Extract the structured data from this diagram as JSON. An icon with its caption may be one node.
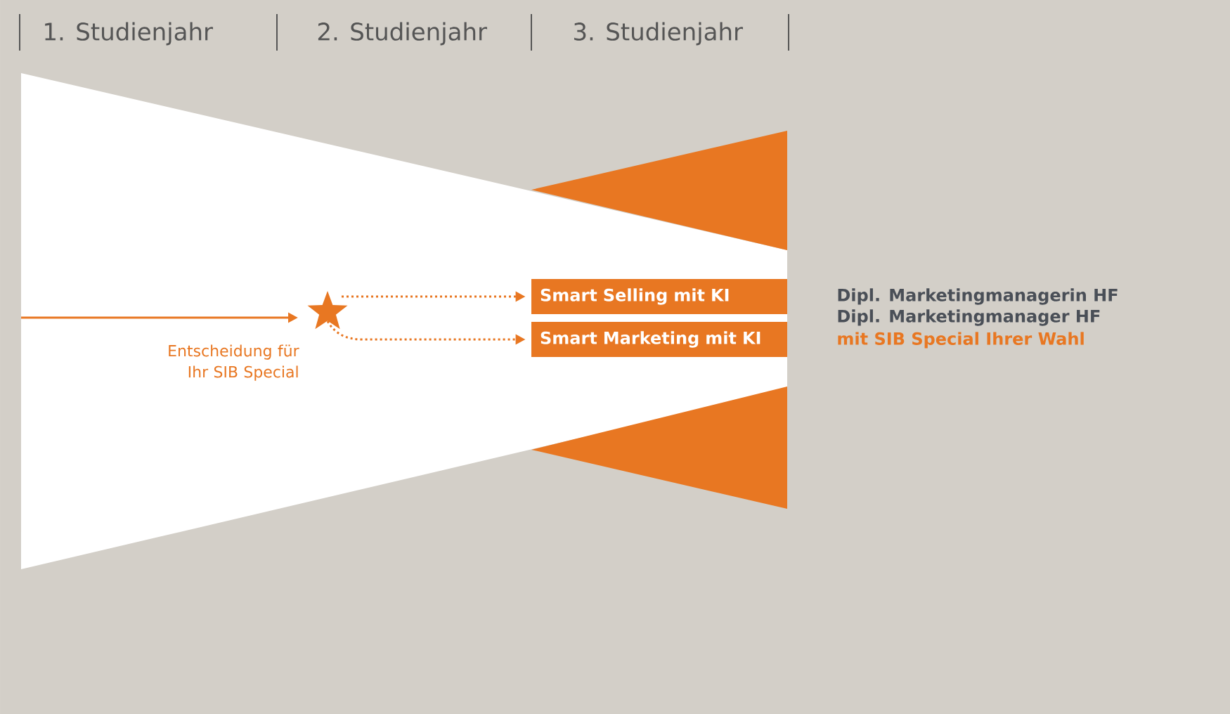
{
  "diagram": {
    "nodes": [
      {
        "text": [],
        "shape": "star",
        "beside": [
          "Entscheidung für Ihr SIB Special"
        ]
      },
      {
        "text": [
          "Smart Selling mit KI"
        ]
      },
      {
        "text": [
          "Smart Marketing mit KI"
        ]
      }
    ],
    "edges": [
      {
        "from": null,
        "to": 0,
        "arrow": "to"
      },
      {
        "from": 0,
        "to": 1,
        "arrow": "to",
        "style": "dashed"
      },
      {
        "from": 0,
        "to": 2,
        "arrow": "to",
        "style": "dashed"
      }
    ],
    "labels": [
      "1. Studienjahr",
      "2. Studienjahr",
      "3. Studienjahr",
      "Dipl. Marketingmanagerin HF",
      "Dipl. Marketingmanager HF",
      "mit SIB Special Ihrer Wahl"
    ]
  }
}
